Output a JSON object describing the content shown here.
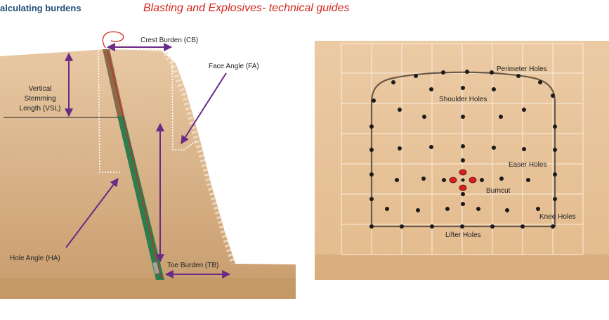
{
  "header": {
    "left_title": "alculating burdens",
    "right_title": "Blasting and Explosives- technical guides"
  },
  "left_diagram": {
    "labels": {
      "crest_burden": "Crest Burden (CB)",
      "face_angle": "Face Angle (FA)",
      "vsl_line1": "Vertical",
      "vsl_line2": "Stemming",
      "vsl_line3": "Length (VSL)",
      "hole_angle": "Hole Angle (HA)",
      "toe_burden": "Toe Burden (TB)"
    },
    "colors": {
      "rock": "#e6c39c",
      "rock_dark": "#c99a66",
      "hole": "#2f7d4f",
      "stemming": "#8a6a4a",
      "arrow": "#6a2a86",
      "red_line": "#d0281f"
    }
  },
  "right_diagram": {
    "labels": {
      "perimeter": "Perimeter Holes",
      "shoulder": "Shoulder Holes",
      "easer": "Easer Holes",
      "burncut": "Burncut",
      "knee": "Knee Holes",
      "lifter": "Lifter Holes"
    },
    "colors": {
      "background": "#e9c59c",
      "grid": "#fff6ea",
      "outline": "#6b5a4a",
      "hole": "#1b1b1b",
      "burncut": "#d61f1f"
    }
  }
}
